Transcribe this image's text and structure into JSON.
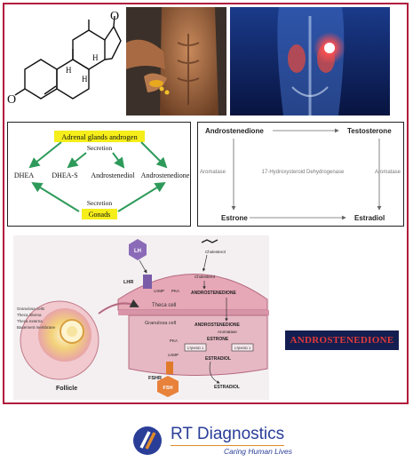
{
  "structure_panel": {
    "atom_label": "O"
  },
  "adrenal_diagram": {
    "source_top": "Adrenal glands androgen",
    "secretion_top": "Secretion",
    "products": [
      "DHEA",
      "DHEA-S",
      "Androstenediol",
      "Androstenedione"
    ],
    "secretion_bottom": "Secretion",
    "source_bottom": "Gonads"
  },
  "pathway_diagram": {
    "top_left": "Androstenedione",
    "top_right": "Testosterone",
    "bottom_left": "Estrone",
    "bottom_right": "Estradiol",
    "left_enzyme": "Aromatase",
    "center_enzyme": "17-Hydroxysteroid Dehydrogenase",
    "right_enzyme": "Aromatase"
  },
  "follicle_diagram": {
    "lh": "LH",
    "lhr": "LHR",
    "cholesterol_top": "Cholesterol",
    "camp_top": "cAMP",
    "pka_top": "PKA",
    "cholesterol_mid": "Cholesterol",
    "androstenedione_theca": "ANDROSTENEDIONE",
    "theca_cell": "Theca cell",
    "granulosa_cell": "Granulosa cell",
    "androstenedione_gran": "ANDROSTENEDIONE",
    "aromatase": "Aromatase",
    "estrone": "ESTRONE",
    "hsd_left": "17βHSD 1",
    "hsd_right": "17βHSD 1",
    "estradiol_in": "ESTRADIOL",
    "pka_low": "PKA",
    "camp_low": "cAMP",
    "fshr": "FSHR",
    "fsh": "FSH",
    "estradiol_out": "ESTRADIOL",
    "follicle": "Follicle",
    "legend": [
      "Granulosa cells",
      "Theca interna",
      "Theca externa",
      "Basement membrane"
    ]
  },
  "badge": {
    "text": "ANDROSTENEDIONE"
  },
  "brand": {
    "name": "RT Diagnostics",
    "tagline": "Caring Human Lives"
  },
  "colors": {
    "frame": "#b01a3c",
    "brand": "#2a3e98",
    "arrow_green": "#2e9a5a",
    "highlight": "#f5ee1a"
  }
}
